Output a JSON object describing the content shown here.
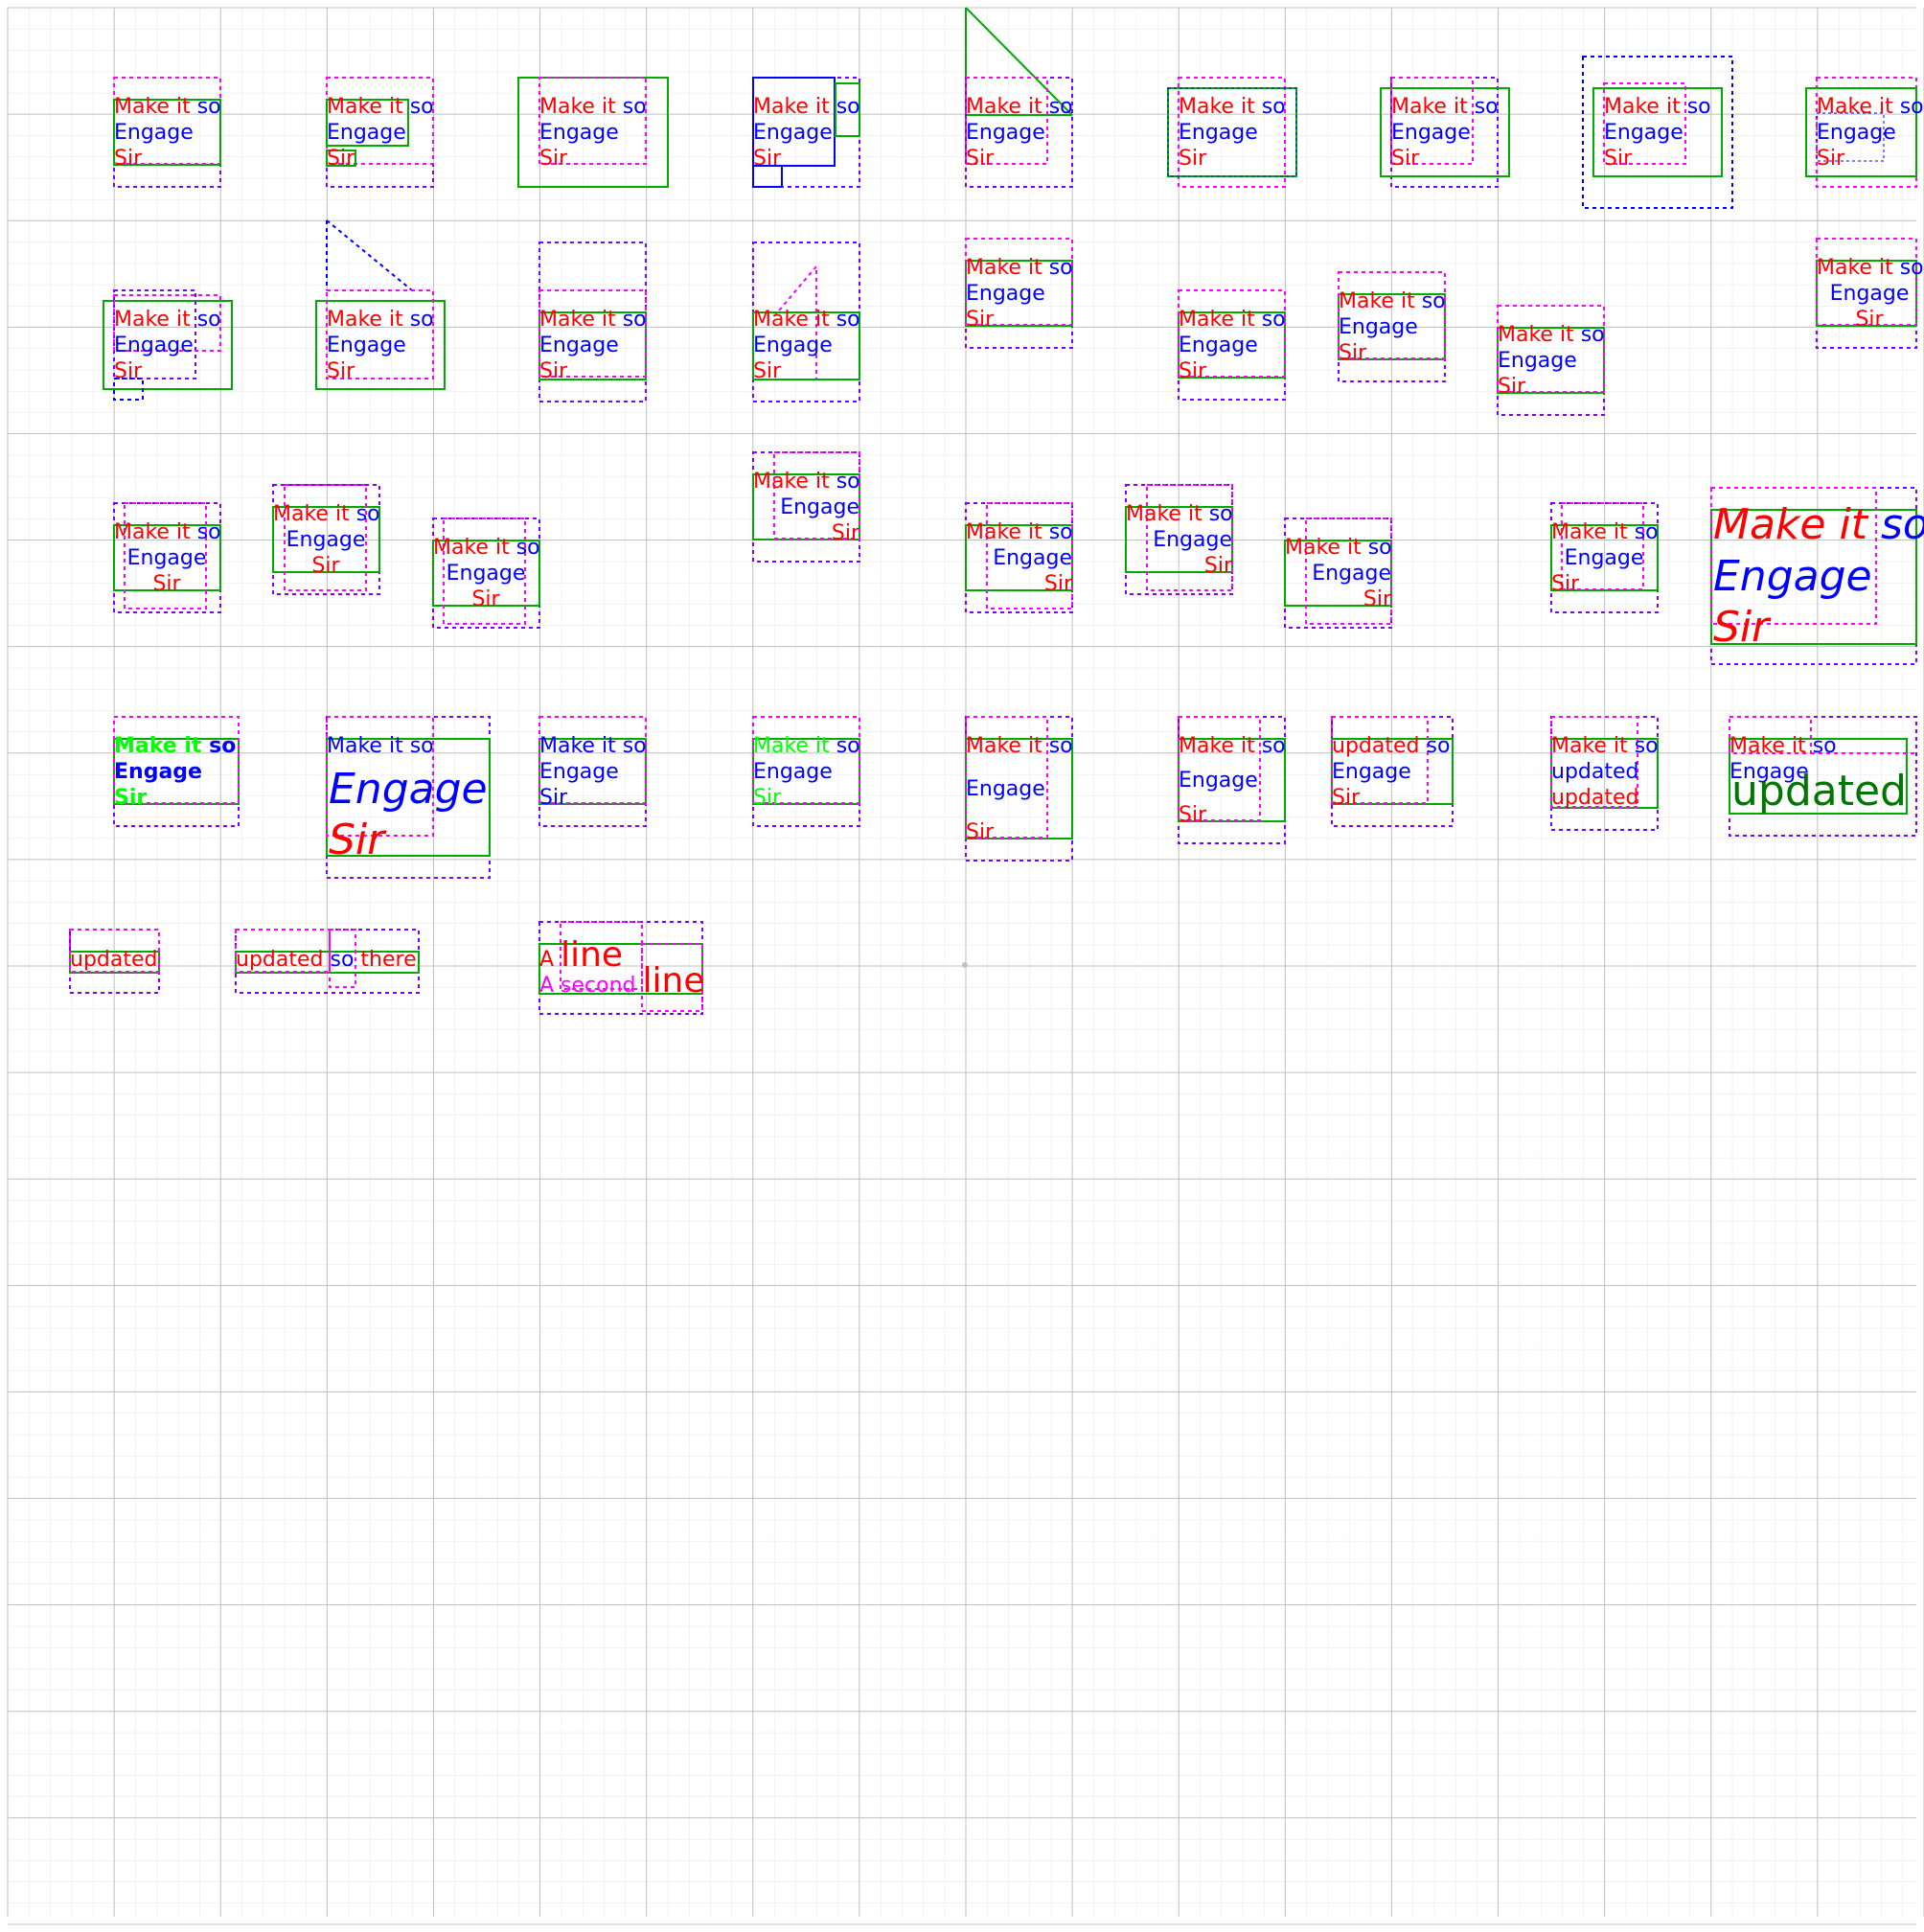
{
  "colors": {
    "red": "#ff0000",
    "blue": "#0000ff",
    "lime": "#00ff00",
    "magenta": "#ff00ff",
    "green": "#00aa00",
    "darkgreen": "#007700",
    "purple": "#7f00ff",
    "grid_minor": "#e6e6e6",
    "grid_major": "#c0c0c0"
  },
  "words": {
    "make": "Make",
    "it": "it",
    "so": "so",
    "engage": "Engage",
    "sir": "Sir",
    "updated": "updated",
    "there": "there",
    "a": "A",
    "line": "line",
    "a_second": "A second"
  }
}
